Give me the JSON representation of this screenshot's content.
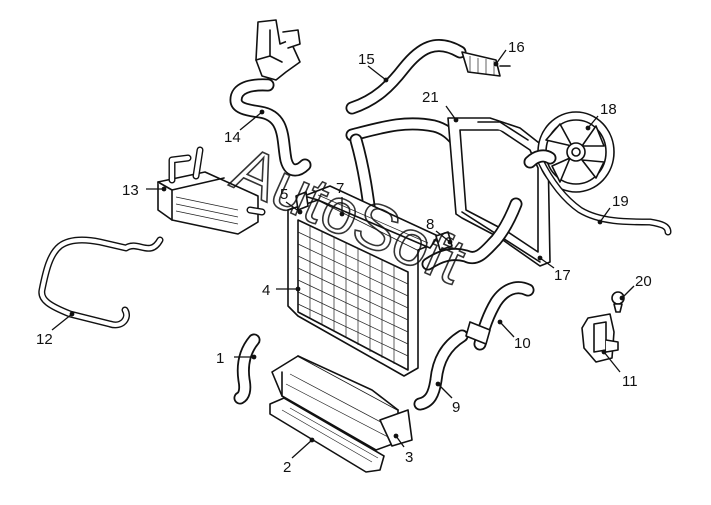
{
  "diagram": {
    "callouts": [
      {
        "id": "p1",
        "label": "1"
      },
      {
        "id": "p2",
        "label": "2"
      },
      {
        "id": "p3",
        "label": "3"
      },
      {
        "id": "p4",
        "label": "4"
      },
      {
        "id": "p5",
        "label": "5"
      },
      {
        "id": "p7",
        "label": "7"
      },
      {
        "id": "p8",
        "label": "8"
      },
      {
        "id": "p9",
        "label": "9"
      },
      {
        "id": "p10",
        "label": "10"
      },
      {
        "id": "p11",
        "label": "11"
      },
      {
        "id": "p12",
        "label": "12"
      },
      {
        "id": "p13",
        "label": "13"
      },
      {
        "id": "p14",
        "label": "14"
      },
      {
        "id": "p15",
        "label": "15"
      },
      {
        "id": "p16",
        "label": "16"
      },
      {
        "id": "p17",
        "label": "17"
      },
      {
        "id": "p18",
        "label": "18"
      },
      {
        "id": "p19",
        "label": "19"
      },
      {
        "id": "p20",
        "label": "20"
      },
      {
        "id": "p21",
        "label": "21"
      }
    ],
    "watermark": "AutoSoft"
  }
}
